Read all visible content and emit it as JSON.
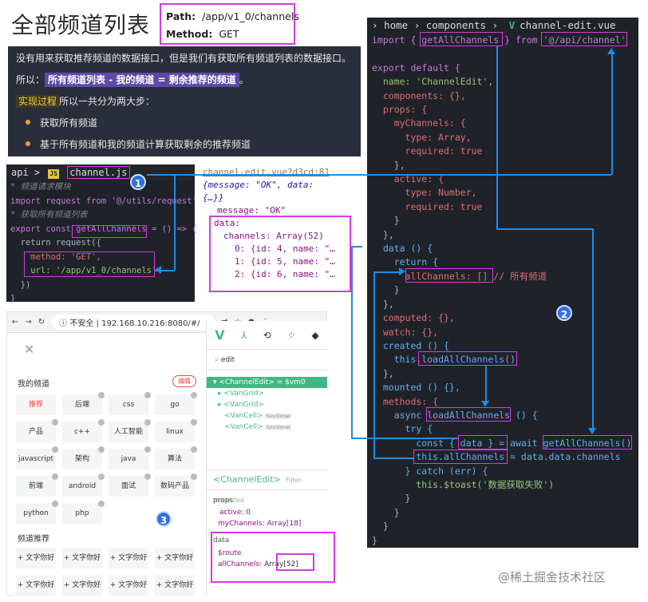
{
  "title": "全部频道列表",
  "api_info": {
    "path_label": "Path:",
    "path_value": "/app/v1_0/channels",
    "method_label": "Method:",
    "method_value": "GET"
  },
  "explain": {
    "line1": "没有用来获取推荐频道的数据接口，但是我们有获取所有频道列表的数据接口。",
    "so_prefix": "所以：",
    "formula": "所有频道列表 - 我的频道 = 剩余推荐的频道",
    "formula_suffix": "。",
    "steps_label": "实现过程",
    "steps_suffix": "所以一共分为两大步：",
    "bullets": [
      "获取所有频道",
      "基于所有频道和我的频道计算获取剩余的推荐频道"
    ]
  },
  "js_panel": {
    "breadcrumb_api": "api",
    "separator": ">",
    "file_icon": "JS",
    "file_name": "channel.js",
    "lines": [
      "* 频道请求模块",
      "import request from '@/utils/request'",
      "* 获取所有频道列表",
      "export const getAllChannels = () => {",
      "  return request({",
      "    method: 'GET',",
      "    url: '/app/v1_0/channels'",
      "  })",
      "}"
    ]
  },
  "console": {
    "source": "channel-edit.vue?d3cd:81",
    "lines": [
      "{message: \"OK\", data:",
      "{…}}",
      "message: \"OK\"",
      "data:",
      "channels: Array(52)",
      "0: {id: 4, name: \"…",
      "1: {id: 5, name: \"…",
      "2: {id: 6, name: \"…"
    ]
  },
  "browser": {
    "url_prefix": "不安全",
    "url": "192.168.10.216:8080/#/",
    "my_channels_label": "我的频道",
    "edit_btn": "编辑",
    "my_channels": [
      "推荐",
      "后端",
      "css",
      "go",
      "产品",
      "c++",
      "人工智能",
      "linux",
      "javascript",
      "架构",
      "java",
      "算法",
      "前端",
      "android",
      "面试",
      "数码产品",
      "python",
      "php"
    ],
    "recommend_label": "频道推荐",
    "recommend_item": "+ 文字你好"
  },
  "devtools": {
    "search": "edit",
    "tree": [
      "<ChannelEdit> = $vm0",
      "<VanGrid>",
      "<VanGrid>",
      "<VanCell>",
      "<VanCell>"
    ],
    "fn_tag": "functional",
    "inspect_title": "<ChannelEdit>",
    "inspect_hint": "Filter inspected",
    "props_label": "props",
    "prop_active": "active: 0",
    "prop_mychannels": "myChannels: Array[18]",
    "data_label": "data",
    "data_route": "$route",
    "data_all": "allChannels:",
    "data_all_value": "Array[52]"
  },
  "vue_panel": {
    "breadcrumb": [
      "home",
      "components",
      "channel-edit.vue"
    ],
    "lines": [
      "import { getAllChannels } from '@/api/channel'",
      "",
      "export default {",
      "  name: 'ChannelEdit',",
      "  components: {},",
      "  props: {",
      "    myChannels: {",
      "      type: Array,",
      "      required: true",
      "    },",
      "    active: {",
      "      type: Number,",
      "      required: true",
      "    }",
      "  },",
      "  data () {",
      "    return {",
      "      allChannels: [] // 所有频道",
      "    }",
      "  },",
      "  computed: {},",
      "  watch: {},",
      "  created () {",
      "    this.loadAllChannels()",
      "  },",
      "  mounted () {},",
      "  methods: {",
      "    async loadAllChannels () {",
      "      try {",
      "        const { data } = await getAllChannels()",
      "        this.allChannels = data.data.channels",
      "      } catch (err) {",
      "        this.$toast('数据获取失败')",
      "      }",
      "    }",
      "  }",
      "}"
    ]
  },
  "badges": [
    "1",
    "2",
    "3"
  ],
  "watermark": "@稀土掘金技术社区",
  "colors": {
    "accent": "#d63be0",
    "arrow": "#1e8ce6",
    "code_bg": "#1f2329",
    "vue_green": "#41b883"
  }
}
